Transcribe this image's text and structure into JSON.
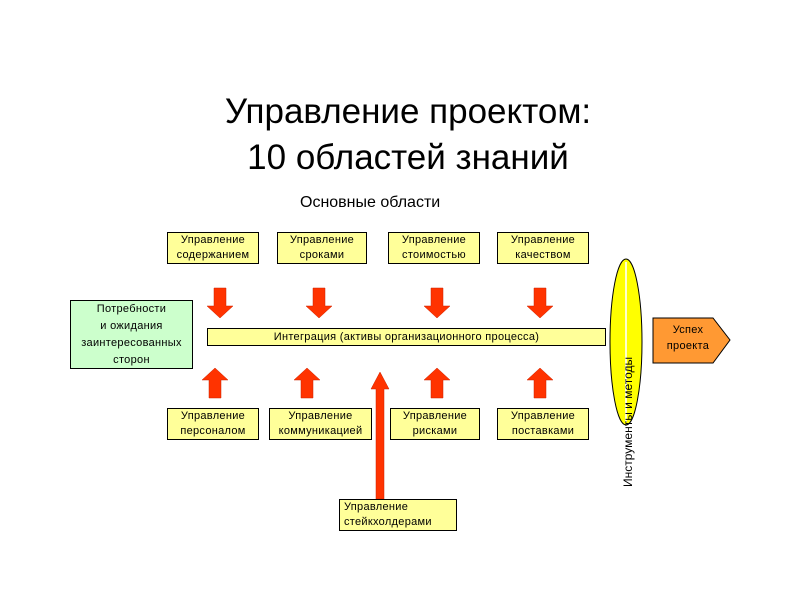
{
  "title": {
    "line1": "Управление проектом:",
    "line2": "10 областей знаний"
  },
  "subtitle": "Основные области",
  "top_areas": [
    {
      "l1": "Управление",
      "l2": "содержанием"
    },
    {
      "l1": "Управление",
      "l2": "сроками"
    },
    {
      "l1": "Управление",
      "l2": "стоимостью"
    },
    {
      "l1": "Управление",
      "l2": "качеством"
    }
  ],
  "bottom_areas": [
    {
      "l1": "Управление",
      "l2": "персоналом"
    },
    {
      "l1": "Управление",
      "l2": "коммуникацией"
    },
    {
      "l1": "Управление",
      "l2": "рисками"
    },
    {
      "l1": "Управление",
      "l2": "поставками"
    }
  ],
  "stakeholders": {
    "l1": "Управление",
    "l2": "стейкхолдерами"
  },
  "needs": {
    "l1": "Потребности",
    "l2": "и ожидания",
    "l3": "заинтересованных",
    "l4": "сторон"
  },
  "integration": "Интеграция (активы организационного процесса)",
  "tools": "Инструменты и методы",
  "success": {
    "l1": "Успех",
    "l2": "проекта"
  },
  "colors": {
    "box": "#ffff99",
    "green": "#ccffcc",
    "arrow": "#ff3300",
    "success": "#ff9933",
    "ellipse": "#ffff00"
  }
}
